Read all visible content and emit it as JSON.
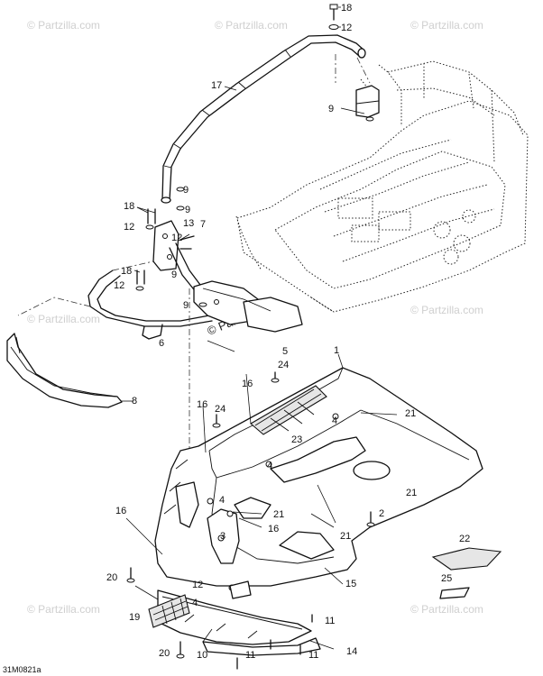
{
  "diagram": {
    "drawing_code": "31M0821a",
    "watermark": "© Partzilla.com",
    "callouts": {
      "c1": "1",
      "c2": "2",
      "c3": "3",
      "c4a": "4",
      "c4b": "4",
      "c4c": "4",
      "c4d": "4",
      "c5": "5",
      "c6": "6",
      "c7": "7",
      "c8": "8",
      "c9a": "9",
      "c9b": "9",
      "c9c": "9",
      "c9d": "9",
      "c10": "10",
      "c11a": "11",
      "c11b": "11",
      "c11c": "11",
      "c12a": "12",
      "c12b": "12",
      "c12c": "12",
      "c12d": "12",
      "c12e": "12",
      "c13": "13",
      "c14": "14",
      "c15": "15",
      "c16a": "16",
      "c16b": "16",
      "c16c": "16",
      "c16d": "16",
      "c17": "17",
      "c18a": "18",
      "c18b": "18",
      "c18c": "18",
      "c19": "19",
      "c20a": "20",
      "c20b": "20",
      "c21a": "21",
      "c21b": "21",
      "c21c": "21",
      "c21d": "21",
      "c22": "22",
      "c23": "23",
      "c24a": "24",
      "c24b": "24",
      "c25": "25"
    }
  }
}
